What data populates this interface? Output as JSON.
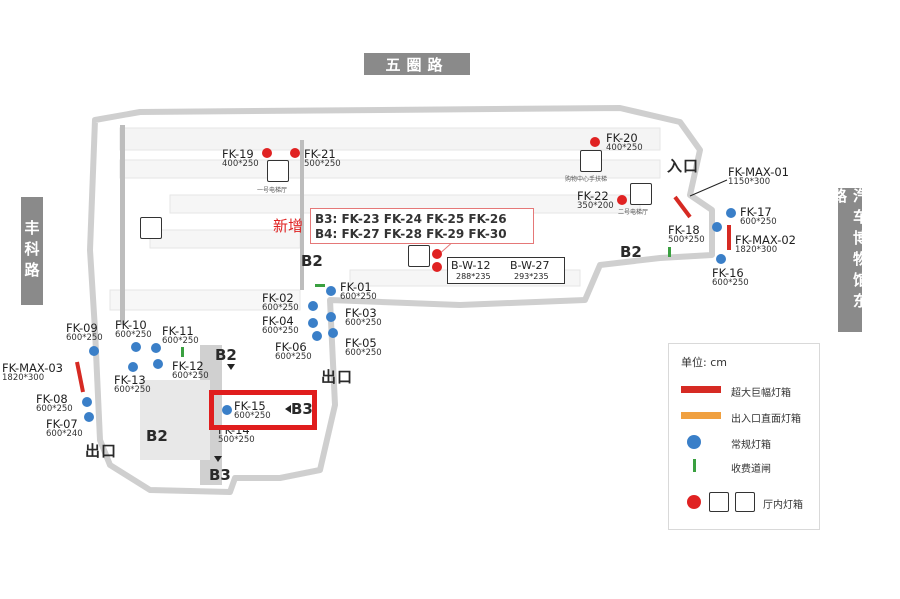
{
  "roads": {
    "north": "五圈路",
    "west": "丰科路",
    "east": "汽车博物馆东路"
  },
  "new_label": "新增",
  "new_box": {
    "line1": "B3: FK-23  FK-24  FK-25  FK-26",
    "line2": "B4: FK-27  FK-28  FK-29  FK-30"
  },
  "bw_box": {
    "a_code": "B-W-12",
    "a_size": "288*235",
    "b_code": "B-W-27",
    "b_size": "293*235"
  },
  "signs": [
    {
      "code": "FK-19",
      "size": "400*250",
      "color": "red"
    },
    {
      "code": "FK-21",
      "size": "500*250",
      "color": "red"
    },
    {
      "code": "FK-20",
      "size": "400*250",
      "color": "red"
    },
    {
      "code": "FK-22",
      "size": "350*200",
      "color": "red"
    },
    {
      "code": "FK-MAX-01",
      "size": "1150*300",
      "color": "none"
    },
    {
      "code": "FK-17",
      "size": "600*250",
      "color": "blue"
    },
    {
      "code": "FK-18",
      "size": "500*250",
      "color": "blue"
    },
    {
      "code": "FK-MAX-02",
      "size": "1820*300",
      "color": "none"
    },
    {
      "code": "FK-16",
      "size": "600*250",
      "color": "blue"
    },
    {
      "code": "FK-01",
      "size": "600*250",
      "color": "blue"
    },
    {
      "code": "FK-02",
      "size": "600*250",
      "color": "blue"
    },
    {
      "code": "FK-03",
      "size": "600*250",
      "color": "blue"
    },
    {
      "code": "FK-04",
      "size": "600*250",
      "color": "blue"
    },
    {
      "code": "FK-05",
      "size": "600*250",
      "color": "blue"
    },
    {
      "code": "FK-06",
      "size": "600*250",
      "color": "blue"
    },
    {
      "code": "FK-09",
      "size": "600*250",
      "color": "blue"
    },
    {
      "code": "FK-10",
      "size": "600*250",
      "color": "blue"
    },
    {
      "code": "FK-11",
      "size": "600*250",
      "color": "blue"
    },
    {
      "code": "FK-12",
      "size": "600*250",
      "color": "blue"
    },
    {
      "code": "FK-13",
      "size": "600*250",
      "color": "blue"
    },
    {
      "code": "FK-MAX-03",
      "size": "1820*300",
      "color": "none"
    },
    {
      "code": "FK-08",
      "size": "600*250",
      "color": "blue"
    },
    {
      "code": "FK-07",
      "size": "600*240",
      "color": "blue"
    },
    {
      "code": "FK-15",
      "size": "600*250",
      "color": "blue"
    },
    {
      "code": "FK-14",
      "size": "500*250",
      "color": "blue"
    }
  ],
  "levels": {
    "b2_top": "B2",
    "b2_right": "B2",
    "b2_mid": "B2",
    "b2_left": "B2",
    "b3_box": "B3",
    "b3_bottom": "B3"
  },
  "exits": {
    "entrance": "入口",
    "exit_center": "出口",
    "exit_left": "出口"
  },
  "small_labels": {
    "elevator_left": "一号电梯厅",
    "shopping_escalator": "购物中心手扶梯",
    "elevator_right": "二号电梯厅"
  },
  "legend": {
    "unit": "单位:  cm",
    "items": [
      {
        "label": "超大巨幅灯箱",
        "color": "#d62a23"
      },
      {
        "label": "出入口直面灯箱",
        "color": "#f0a040"
      },
      {
        "label": "常规灯箱",
        "color": "#3a7fc8"
      },
      {
        "label": "收费道闸",
        "color": "#3aa040"
      },
      {
        "label": "厅内灯箱",
        "color": "#e02222"
      }
    ]
  }
}
